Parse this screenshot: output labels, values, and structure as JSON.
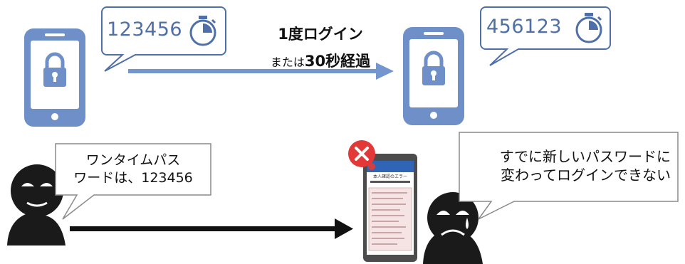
{
  "colors": {
    "phone_blue": "#6f8fc9",
    "bubble_blue": "#4f6fa8",
    "arrow_blue": "#7396cf",
    "error_red": "#e23838",
    "black": "#111111"
  },
  "top": {
    "left_phone": {
      "otp": "123456",
      "icons": [
        "stopwatch-icon",
        "lock-icon"
      ]
    },
    "right_phone": {
      "otp": "456123",
      "icons": [
        "stopwatch-icon",
        "lock-icon"
      ]
    },
    "arrow_label_line1": "1度ログイン",
    "arrow_label_line2_prefix": "または",
    "arrow_label_line2_bold": "30秒経過"
  },
  "bottom": {
    "attacker_left_bubble_line1": "ワンタイムパス",
    "attacker_left_bubble_line2": "ワードは、123456",
    "attacker_right_bubble_line1": "すでに新しいパスワードに",
    "attacker_right_bubble_line2": "変わってログインできない",
    "error_icon": "x-mark-icon",
    "screen_title": "本人確認のエラー"
  }
}
